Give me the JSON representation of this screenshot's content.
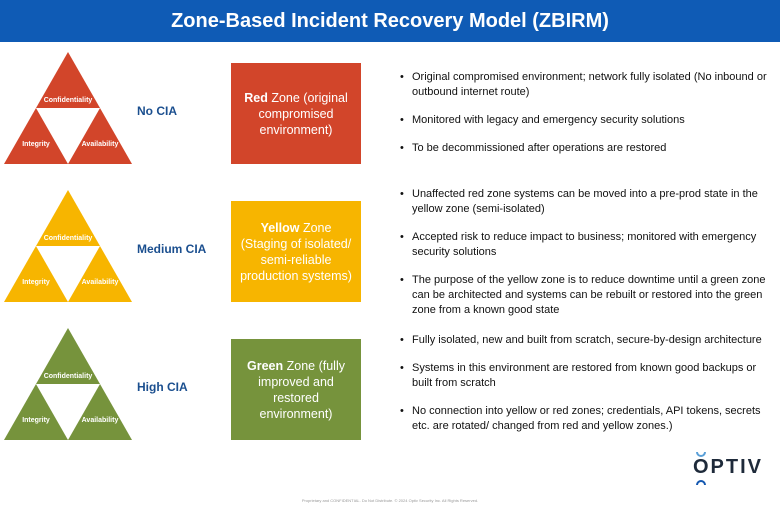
{
  "title": "Zone-Based Incident Recovery Model (ZBIRM)",
  "triangle_labels": {
    "top": "Confidentiality",
    "left": "Integrity",
    "right": "Availability"
  },
  "colors": {
    "red": "#d2452a",
    "yellow": "#f7b500",
    "green": "#76933c",
    "title_bar": "#0f5bb5"
  },
  "rows": [
    {
      "cia": "No CIA",
      "zone_bold": "Red",
      "zone_rest": " Zone (original compromised environment)",
      "bullets": [
        "Original compromised environment; network fully isolated (No inbound or outbound internet route)",
        "Monitored with legacy and emergency security solutions",
        "To be decommissioned after operations are restored"
      ]
    },
    {
      "cia": "Medium CIA",
      "zone_bold": "Yellow",
      "zone_rest": " Zone (Staging of isolated/ semi-reliable production systems)",
      "bullets": [
        "Unaffected red zone systems can be moved into a pre-prod state in the yellow zone (semi-isolated)",
        "Accepted risk to reduce impact to business; monitored with emergency security solutions",
        "The purpose of the yellow zone is to reduce downtime until a green zone can be architected and systems can be rebuilt or restored into the green zone from a known good state"
      ]
    },
    {
      "cia": "High CIA",
      "zone_bold": "Green",
      "zone_rest": " Zone (fully improved and restored environment)",
      "bullets": [
        "Fully isolated, new and built from scratch, secure-by-design architecture",
        "Systems in this environment are restored from known good backups or built from scratch",
        "No connection into yellow or red zones; credentials, API tokens, secrets etc. are rotated/ changed from red and yellow zones.)"
      ]
    }
  ],
  "logo": "OPTIV",
  "footer": "Proprietary and CONFIDENTIAL. Do Not Distribute. © 2024 Optiv Security Inc. All Rights Reserved."
}
